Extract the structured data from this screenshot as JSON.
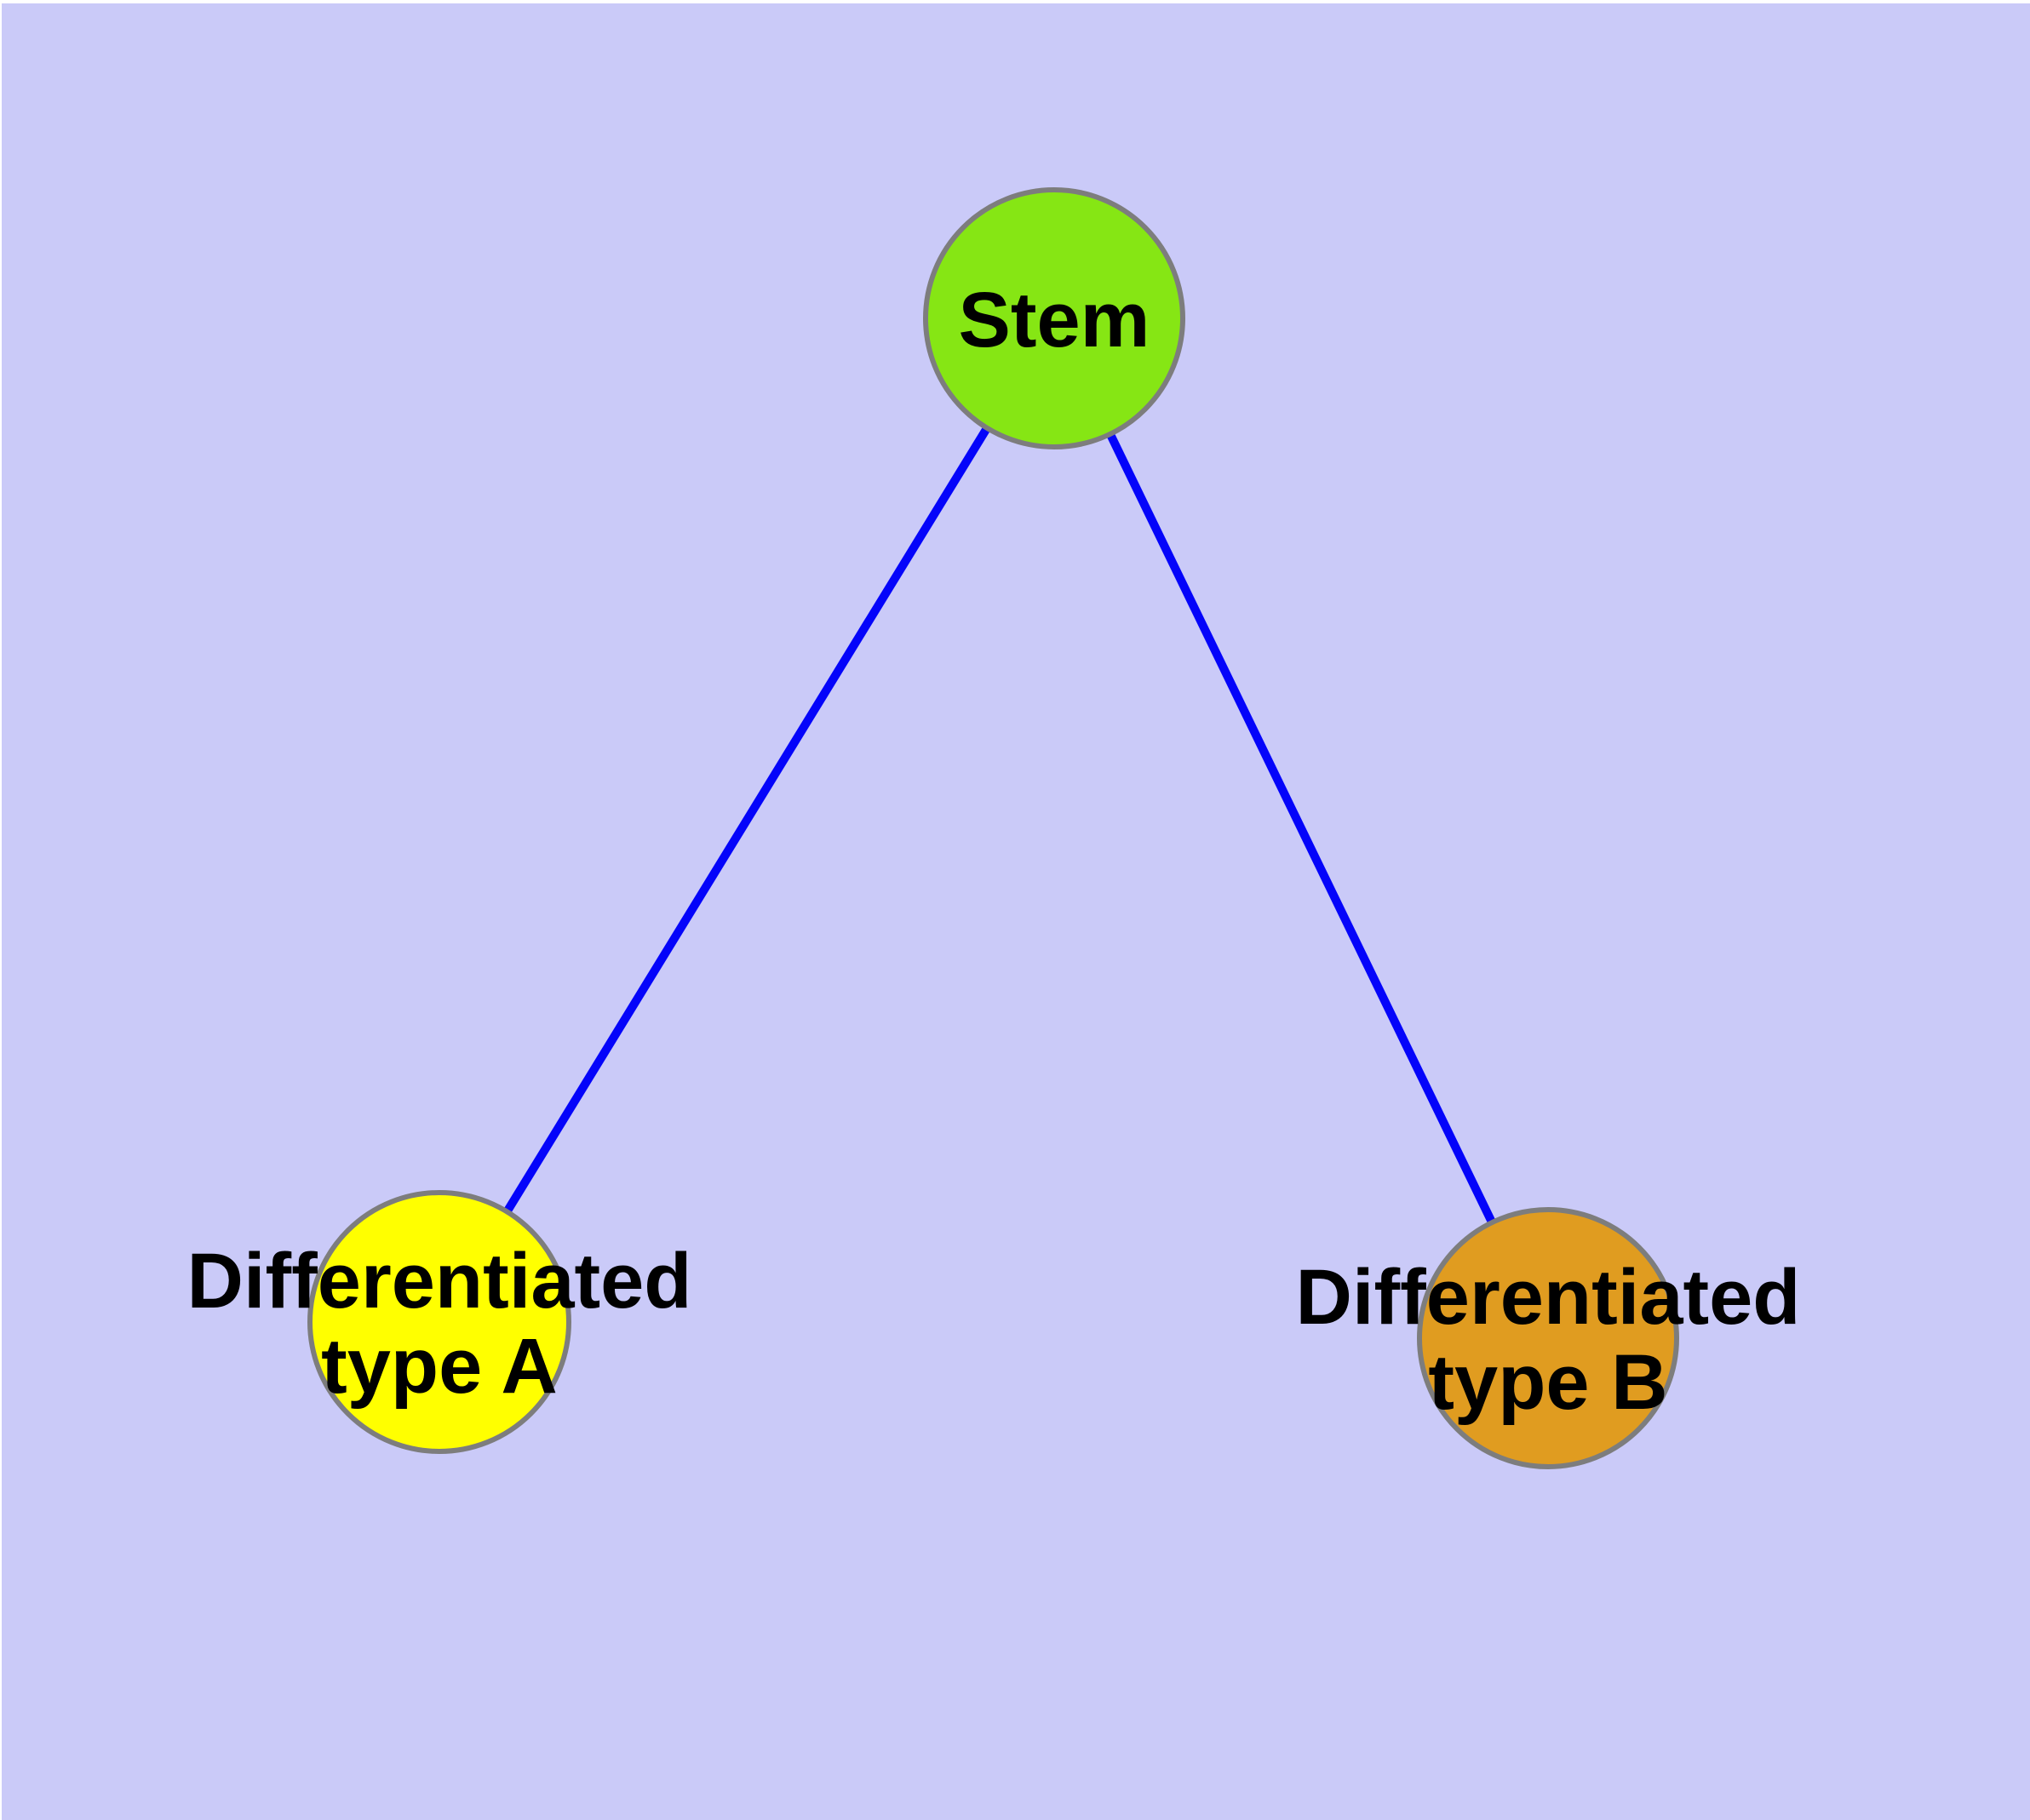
{
  "diagram": {
    "type": "graph",
    "colors": {
      "background": "#CACAF8",
      "page_margin": "#FFFFFF",
      "edge": "#0404FA",
      "node_border": "#7D7D7D",
      "label_text": "#000000"
    },
    "nodes": [
      {
        "id": "stem",
        "label": "Stem",
        "color": "#86E614"
      },
      {
        "id": "differentiated-type-a",
        "label_line1": "Differentiated",
        "label_line2": "type A",
        "color": "#FFFF00"
      },
      {
        "id": "differentiated-type-b",
        "label_line1": "Differentiated",
        "label_line2": "type B",
        "color": "#E09C20"
      }
    ],
    "edges": [
      {
        "from": "stem",
        "to": "differentiated-type-a"
      },
      {
        "from": "stem",
        "to": "differentiated-type-b"
      }
    ]
  }
}
